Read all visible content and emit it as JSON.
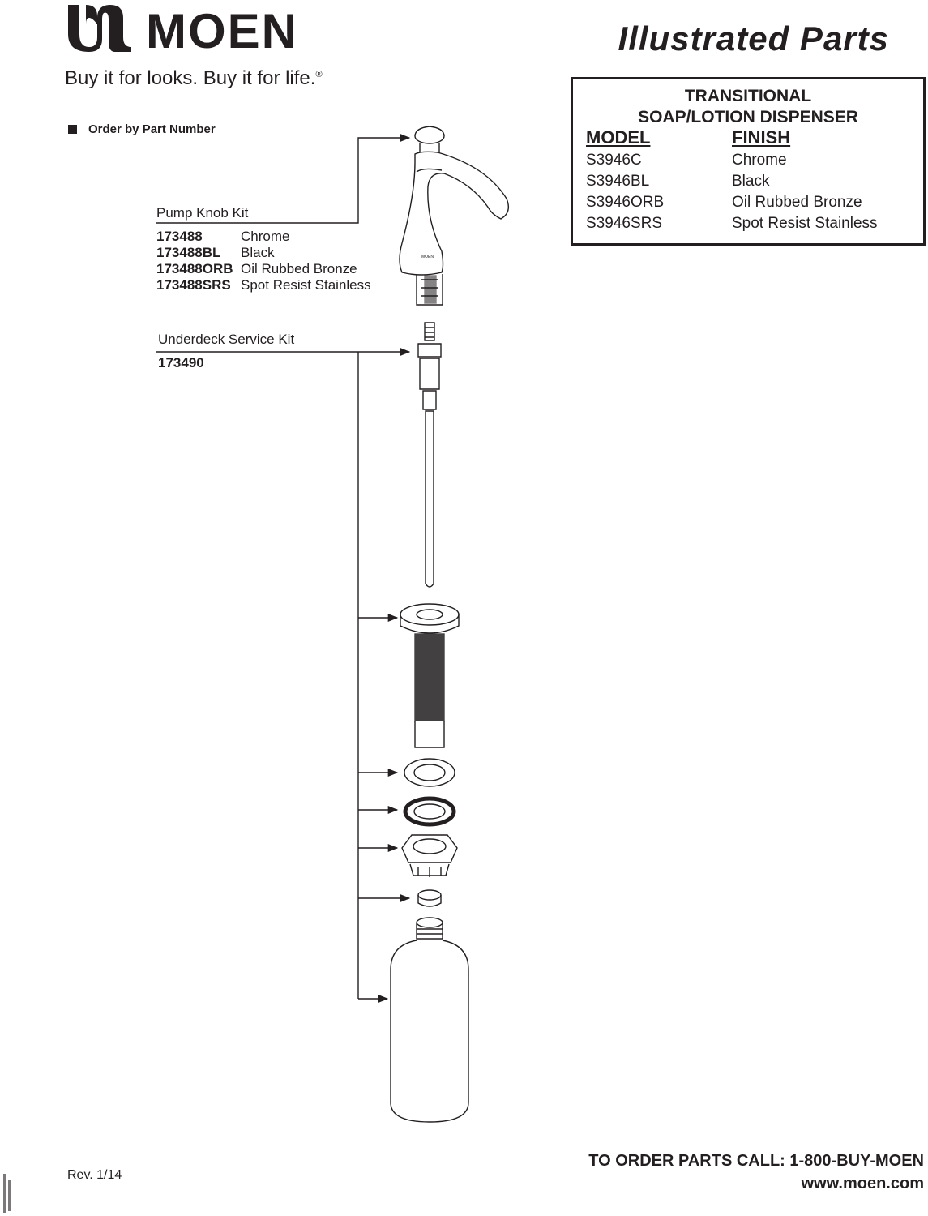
{
  "header": {
    "brand": "MOEN",
    "tagline": "Buy it for looks. Buy it for life.",
    "tagline_mark": "®",
    "doc_title": "Illustrated Parts"
  },
  "model_box": {
    "title_line1": "TRANSITIONAL",
    "title_line2": "SOAP/LOTION DISPENSER",
    "col_model": "MODEL",
    "col_finish": "FINISH",
    "rows": [
      {
        "model": "S3946C",
        "finish": "Chrome"
      },
      {
        "model": "S3946BL",
        "finish": "Black"
      },
      {
        "model": "S3946ORB",
        "finish": "Oil Rubbed Bronze"
      },
      {
        "model": "S3946SRS",
        "finish": "Spot Resist Stainless"
      }
    ]
  },
  "order_note": "Order by Part Number",
  "kits": {
    "pump_knob": {
      "title": "Pump Knob Kit",
      "parts": [
        {
          "number": "173488",
          "finish": "Chrome"
        },
        {
          "number": "173488BL",
          "finish": "Black"
        },
        {
          "number": "173488ORB",
          "finish": "Oil Rubbed Bronze"
        },
        {
          "number": "173488SRS",
          "finish": "Spot Resist Stainless"
        }
      ]
    },
    "underdeck": {
      "title": "Underdeck Service Kit",
      "number": "173490"
    }
  },
  "spout_brand_mark": "MOEN",
  "footer": {
    "revision": "Rev. 1/14",
    "order_call": "TO ORDER PARTS CALL:  1-800-BUY-MOEN",
    "website": "www.moen.com"
  },
  "colors": {
    "ink": "#231f20",
    "paper": "#ffffff"
  }
}
